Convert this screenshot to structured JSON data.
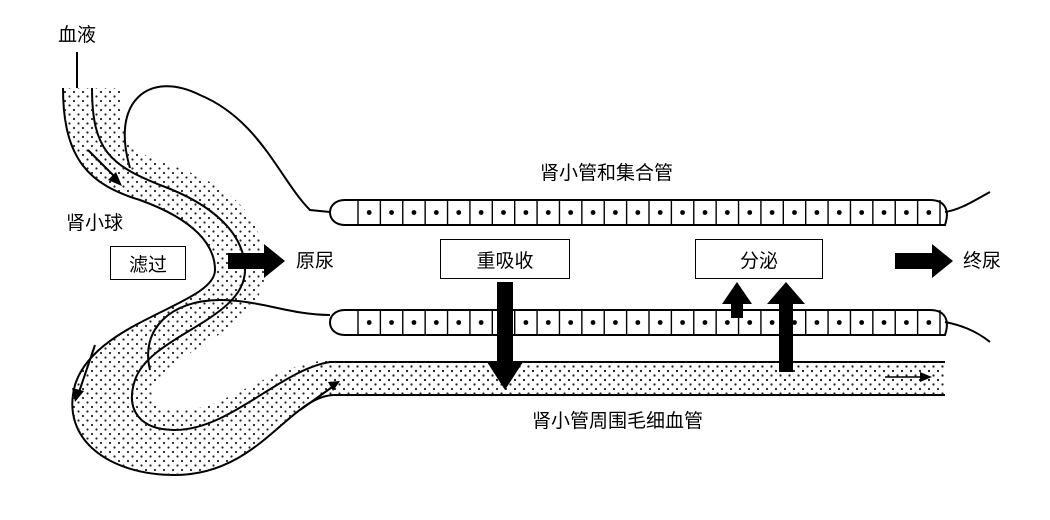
{
  "labels": {
    "blood": "血液",
    "glomerulus": "肾小球",
    "filtration": "滤过",
    "primary_urine": "原尿",
    "tubule_collecting_duct": "肾小管和集合管",
    "reabsorption": "重吸收",
    "secretion": "分泌",
    "final_urine": "终尿",
    "peritubular_capillary": "肾小管周围毛细血管"
  }
}
